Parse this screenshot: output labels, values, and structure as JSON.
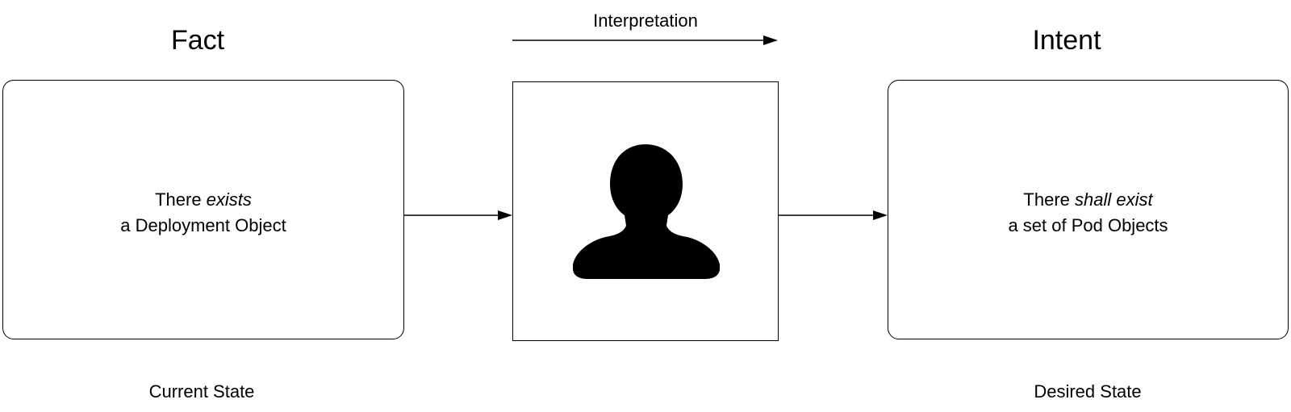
{
  "fact": {
    "heading": "Fact",
    "line1_prefix": "There ",
    "line1_emphasis": "exists",
    "line2": "a Deployment Object",
    "caption": "Current State"
  },
  "interpretation": {
    "label": "Interpretation",
    "icon": "user-silhouette-icon"
  },
  "intent": {
    "heading": "Intent",
    "line1_prefix": "There ",
    "line1_emphasis": "shall exist",
    "line2": "a set of Pod Objects",
    "caption": "Desired State"
  }
}
